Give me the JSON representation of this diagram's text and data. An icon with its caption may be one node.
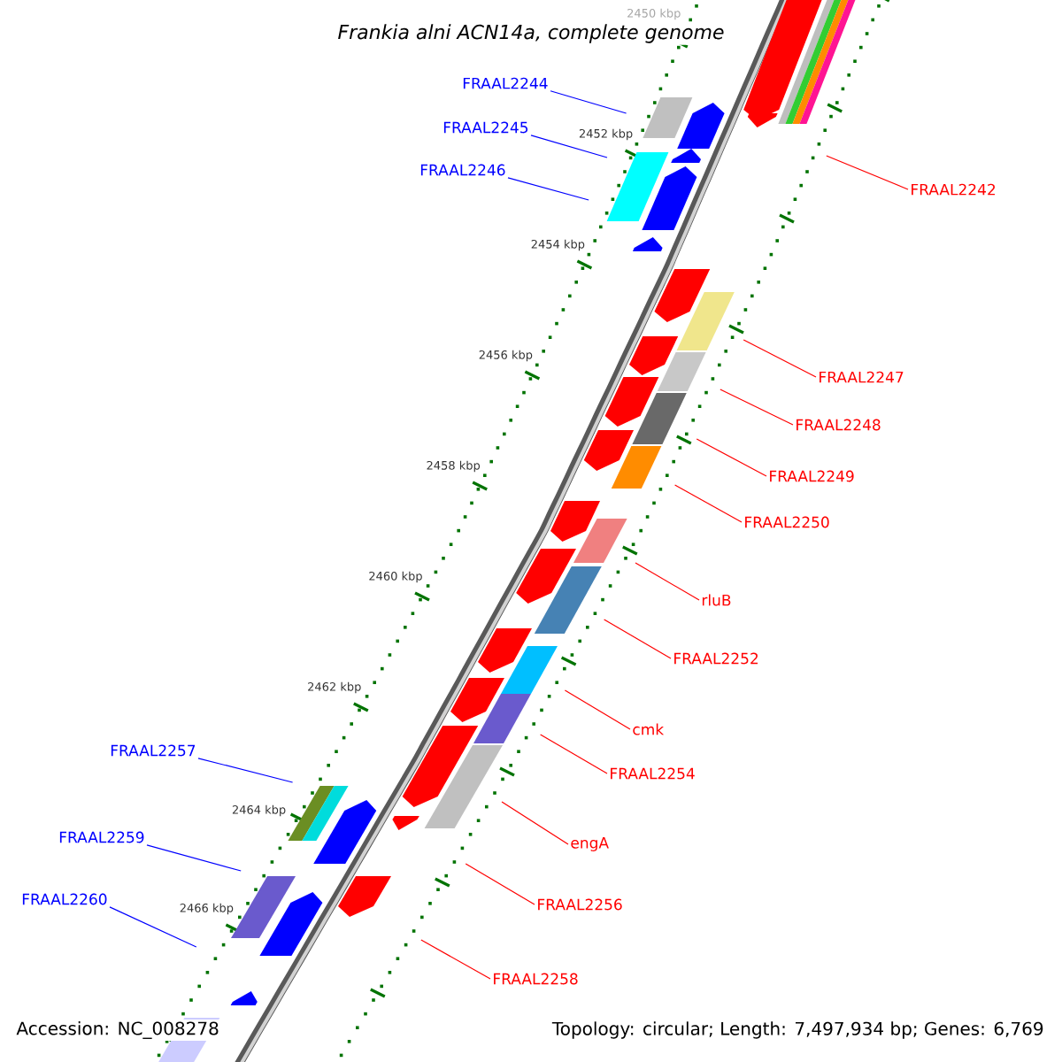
{
  "diagram": {
    "title": "*Frankia alni* ACN14a, complete genome",
    "nodes": [
      {
        "text": [
          "FRAAL2244"
        ]
      },
      {
        "text": [
          "FRAAL2245"
        ]
      },
      {
        "text": [
          "FRAAL2246"
        ]
      },
      {
        "text": [
          "FRAAL2242"
        ]
      },
      {
        "text": [
          "FRAAL2247"
        ]
      },
      {
        "text": [
          "FRAAL2248"
        ]
      },
      {
        "text": [
          "FRAAL2249"
        ]
      },
      {
        "text": [
          "FRAAL2250"
        ]
      },
      {
        "text": [
          "rluB"
        ]
      },
      {
        "text": [
          "FRAAL2252"
        ]
      },
      {
        "text": [
          "cmk"
        ]
      },
      {
        "text": [
          "FRAAL2257"
        ]
      },
      {
        "text": [
          "FRAAL2254"
        ]
      },
      {
        "text": [
          "engA"
        ]
      },
      {
        "text": [
          "FRAAL2259"
        ]
      },
      {
        "text": [
          "FRAAL2260"
        ]
      },
      {
        "text": [
          "FRAAL2256"
        ]
      },
      {
        "text": [
          "FRAAL2258"
        ]
      }
    ],
    "edges": [
      {
        "from": 0,
        "to": null,
        "arrow": "none",
        "color": "#0000ff"
      },
      {
        "from": 1,
        "to": null,
        "arrow": "none",
        "color": "#0000ff"
      },
      {
        "from": 2,
        "to": null,
        "arrow": "none",
        "color": "#0000ff"
      },
      {
        "from": 3,
        "to": null,
        "arrow": "none"
      },
      {
        "from": 4,
        "to": null,
        "arrow": "none"
      },
      {
        "from": 5,
        "to": null,
        "arrow": "none"
      },
      {
        "from": 6,
        "to": null,
        "arrow": "none"
      },
      {
        "from": 7,
        "to": null,
        "arrow": "none"
      },
      {
        "from": 8,
        "to": null,
        "arrow": "none"
      },
      {
        "from": 9,
        "to": null,
        "arrow": "none"
      },
      {
        "from": 10,
        "to": null,
        "arrow": "none"
      },
      {
        "from": 11,
        "to": null,
        "arrow": "none",
        "color": "#0000ff"
      },
      {
        "from": 12,
        "to": null,
        "arrow": "none"
      },
      {
        "from": 13,
        "to": null,
        "arrow": "none"
      },
      {
        "from": 14,
        "to": null,
        "arrow": "none",
        "color": "#0000ff"
      },
      {
        "from": 15,
        "to": null,
        "arrow": "none",
        "color": "#0000ff"
      },
      {
        "from": 16,
        "to": null,
        "arrow": "none"
      },
      {
        "from": 17,
        "to": null,
        "arrow": "none"
      }
    ],
    "labels": [
      "2450 kbp",
      "2452 kbp",
      "2454 kbp",
      "2456 kbp",
      "2458 kbp",
      "2460 kbp",
      "2462 kbp",
      "2464 kbp",
      "2466 kbp",
      "Accession: NC_008278",
      "Topology: circular; Length: 7,497,934 bp; Genes: 6,769"
    ]
  }
}
